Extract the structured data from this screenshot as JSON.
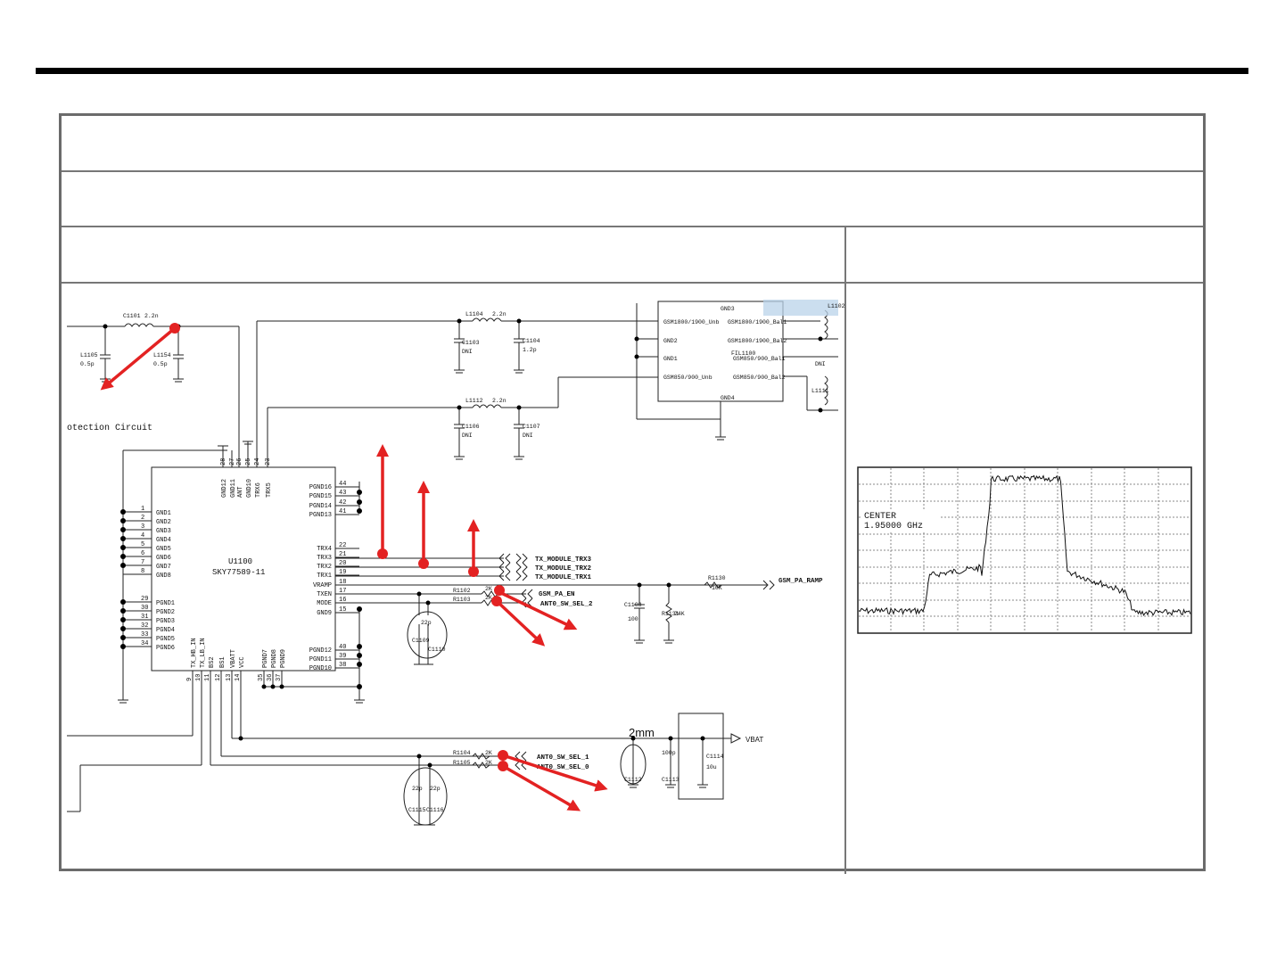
{
  "schematic": {
    "protection_label": "otection Circuit",
    "ic": {
      "ref": "U1100",
      "part": "SKY77589-11"
    },
    "left_pins": [
      {
        "num": "1",
        "name": "GND1"
      },
      {
        "num": "2",
        "name": "GND2"
      },
      {
        "num": "3",
        "name": "GND3"
      },
      {
        "num": "4",
        "name": "GND4"
      },
      {
        "num": "5",
        "name": "GND5"
      },
      {
        "num": "6",
        "name": "GND6"
      },
      {
        "num": "7",
        "name": "GND7"
      },
      {
        "num": "8",
        "name": "GND8"
      },
      {
        "num": "29",
        "name": "PGND1"
      },
      {
        "num": "30",
        "name": "PGND2"
      },
      {
        "num": "31",
        "name": "PGND3"
      },
      {
        "num": "32",
        "name": "PGND4"
      },
      {
        "num": "33",
        "name": "PGND5"
      },
      {
        "num": "34",
        "name": "PGND6"
      }
    ],
    "right_pins": [
      {
        "num": "44",
        "name": "PGND16"
      },
      {
        "num": "43",
        "name": "PGND15"
      },
      {
        "num": "42",
        "name": "PGND14"
      },
      {
        "num": "41",
        "name": "PGND13"
      },
      {
        "num": "22",
        "name": "TRX4"
      },
      {
        "num": "21",
        "name": "TRX3"
      },
      {
        "num": "20",
        "name": "TRX2"
      },
      {
        "num": "19",
        "name": "TRX1"
      },
      {
        "num": "18",
        "name": "VRAMP"
      },
      {
        "num": "17",
        "name": "TXEN"
      },
      {
        "num": "16",
        "name": "MODE"
      },
      {
        "num": "15",
        "name": "GND9"
      },
      {
        "num": "40",
        "name": "PGND12"
      },
      {
        "num": "39",
        "name": "PGND11"
      },
      {
        "num": "38",
        "name": "PGND10"
      }
    ],
    "top_pins": [
      {
        "num": "28",
        "name": "GND12"
      },
      {
        "num": "27",
        "name": "GND11"
      },
      {
        "num": "26",
        "name": "ANT"
      },
      {
        "num": "25",
        "name": "GND10"
      },
      {
        "num": "24",
        "name": "TRX6"
      },
      {
        "num": "23",
        "name": "TRX5"
      }
    ],
    "bottom_pins": [
      {
        "num": "9",
        "name": "TX_HB_IN"
      },
      {
        "num": "10",
        "name": "TX_LB_IN"
      },
      {
        "num": "11",
        "name": "BS2"
      },
      {
        "num": "12",
        "name": "BS1"
      },
      {
        "num": "13",
        "name": "VBATT"
      },
      {
        "num": "14",
        "name": "VCC"
      },
      {
        "num": "35",
        "name": "PGND7"
      },
      {
        "num": "36",
        "name": "PGND8"
      },
      {
        "num": "37",
        "name": "PGND9"
      }
    ],
    "nets": {
      "trx3": "TX_MODULE_TRX3",
      "trx2": "TX_MODULE_TRX2",
      "trx1": "TX_MODULE_TRX1",
      "ramp": "GSM_PA_RAMP",
      "pa_en": "GSM_PA_EN",
      "sel2": "ANT0_SW_SEL_2",
      "sel1": "ANT0_SW_SEL_1",
      "sel0": "ANT0_SW_SEL_0",
      "vbat": "VBAT"
    },
    "components": {
      "c1101": "C1101",
      "c1101_val": "2.2n",
      "l1105": "L1105",
      "l1105_val": "0.5p",
      "l1154": "L1154",
      "l1154_val": "0.5p",
      "l1104": "L1104",
      "l1104_val": "2.2n",
      "c1103": "C1103",
      "c1103_val": "DNI",
      "c1104": "C1104",
      "c1104_val": "1.2p",
      "l1112": "L1112",
      "l1112_val": "2.2n",
      "c1106": "C1106",
      "c1106_val": "DNI",
      "c1107": "C1107",
      "c1107_val": "DNI",
      "r1130": "R1130",
      "r1130_val": "10K",
      "c1108": "C1108",
      "c1108_val": "100",
      "r1131": "R1131",
      "r1131_val": "24K",
      "r1102": "R1102",
      "r1103": "R1103",
      "r_val": "2K",
      "r1104": "R1104",
      "r1105": "R1105",
      "c1109": "C1109",
      "c1110": "C1110",
      "c_val_22p": "22p",
      "c1115": "C1115",
      "c1116": "C1116",
      "c1112": "C1112",
      "c1113": "C1113",
      "c1113_val": "100p",
      "c1114": "C1114",
      "c1114_val": "10u",
      "fil1100": "FIL1100",
      "fil_gnd3": "GND3",
      "fil_gnd4": "GND4",
      "fil_p1": "GSM1800/1900_Unb",
      "fil_p2": "GND2",
      "fil_p3": "GND1",
      "fil_p4": "GSM850/900_Unb",
      "fil_o1": "GSM1800/1900_Bal1",
      "fil_o2": "GSM1800/1900_Bal2",
      "fil_o3": "GSM850/900_Bal1",
      "fil_o4": "GSM850/900_Bal2",
      "l1102": "L1102",
      "l1111": "L1111",
      "l_val_dni": "DNI"
    },
    "dimension_label": "2mm"
  },
  "spectrum": {
    "center_label": "CENTER",
    "center_freq": "1.95000 GHz"
  }
}
